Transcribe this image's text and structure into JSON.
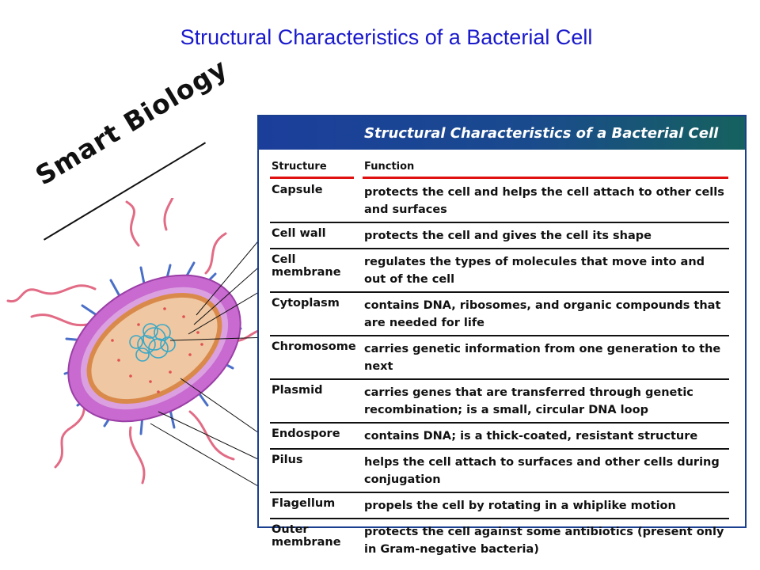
{
  "slide_title": "Structural Characteristics of a Bacterial Cell",
  "brand": "Smart Biology",
  "panel": {
    "title": "Structural Characteristics of a Bacterial Cell",
    "header_structure": "Structure",
    "header_function": "Function",
    "rows": [
      {
        "structure": "Capsule",
        "function": "protects the cell and helps the cell attach to other cells and surfaces"
      },
      {
        "structure": "Cell wall",
        "function": "protects the cell and gives the cell its shape"
      },
      {
        "structure": "Cell membrane",
        "function": "regulates the types of molecules that move into and out of the cell"
      },
      {
        "structure": "Cytoplasm",
        "function": "contains DNA, ribosomes, and organic compounds that are needed for life"
      },
      {
        "structure": "Chromosome",
        "function": "carries genetic information from one generation to the next"
      },
      {
        "structure": "Plasmid",
        "function": "carries genes that are transferred through genetic recombination; is a small, circular DNA loop"
      },
      {
        "structure": "Endospore",
        "function": "contains DNA; is a thick-coated, resistant structure"
      },
      {
        "structure": "Pilus",
        "function": "helps the cell attach to surfaces and other cells during conjugation"
      },
      {
        "structure": "Flagellum",
        "function": "propels the cell by rotating in a whiplike motion"
      },
      {
        "structure": "Outer membrane",
        "function": "protects the cell against some antibiotics (present only in Gram-negative bacteria)"
      }
    ]
  },
  "colors": {
    "title": "#1a1acc",
    "header_blue": "#1b3e9b",
    "header_teal": "#15615e",
    "accent_red": "#e01010",
    "cell_outer": "#c86ad0",
    "cell_inner": "#efc7a2",
    "flagella": "#e26b85",
    "pili": "#4a6fc8",
    "dna": "#3aa8c6"
  }
}
